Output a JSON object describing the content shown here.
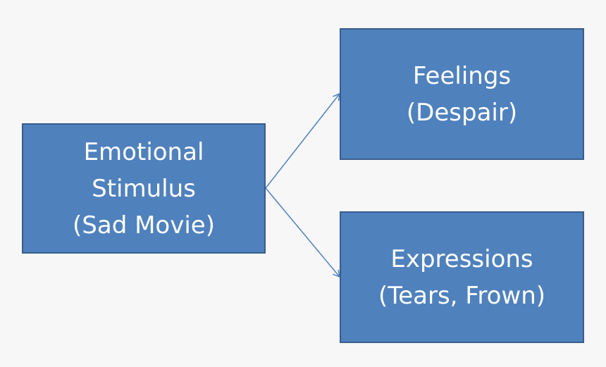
{
  "diagram": {
    "stimulus": {
      "line1": "Emotional",
      "line2": "Stimulus",
      "line3": "(Sad Movie)"
    },
    "feelings": {
      "line1": "Feelings",
      "line2": "(Despair)"
    },
    "expressions": {
      "line1": "Expressions",
      "line2": "(Tears, Frown)"
    },
    "colors": {
      "box_fill": "#4f81bd",
      "box_border": "#385d8a",
      "arrow": "#4f81bd",
      "text": "#ffffff",
      "background": "#f7f7f7"
    }
  }
}
